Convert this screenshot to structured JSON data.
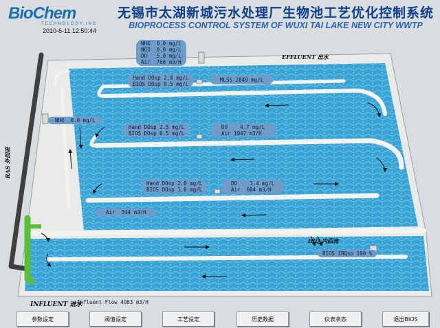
{
  "header": {
    "logo_text": "BioChem",
    "logo_sub": "TECHNOLOGY,INC",
    "datetime": "2010-6-11 12:50:44",
    "title_cn": "无锡市太湖新城污水处理厂生物池工艺优化控制系统",
    "title_en": "BIOPROCESS CONTROL SYSTEM OF WUXI TAI LAKE NEW CITY WWTP"
  },
  "readings": {
    "top_box": "NH4  0.0 mg/L\nNO3  0.0 mg/L\nDO   5.0 mg/L\nAir  768 m3/H",
    "zone1": "Hand DOsp 2.0 mg/L\nBIOS DOsp 0.5 mg/L",
    "mlss": "MLSS 2849 mg/L",
    "nh4_left": "NH4  6.0 mg/L",
    "zone2": "Hand DOsp 2.5 mg/L\nBIOS DOsp 0.5 mg/L",
    "zone2_do_air": "DO    4.7 mg/L\nAir 1047 m3/H",
    "zone3": "Hand DOsp 2.0 mg/L\nBIOS DOsp 1.0 mg/L",
    "zone3_do_air": "DO    3.4 mg/L\nAir  604 m3/H",
    "air_bottom": "Air  344 m3/H",
    "bios_irqsp": "BIOS IRQsp 100 %",
    "influent_flow": "Influent Flow 4083 m3/H"
  },
  "labels": {
    "effluent": "EFFLUENT 出水",
    "ras": "RAS 外回流",
    "irq": "IRQ 内回流",
    "influent": "INFLUENT 进水"
  },
  "buttons": [
    {
      "label": "参数设定"
    },
    {
      "label": "阀值设定"
    },
    {
      "label": "工艺设定"
    },
    {
      "label": "历史数据"
    },
    {
      "label": "仪表状态"
    },
    {
      "label": "退出BIOS"
    }
  ],
  "colors": {
    "water": "#3ba6d8",
    "wall": "#f2f2ef",
    "pipe_green": "#5cc23a",
    "pipe_dark": "#4a4a4a",
    "title_blue": "#0e3f8c"
  }
}
